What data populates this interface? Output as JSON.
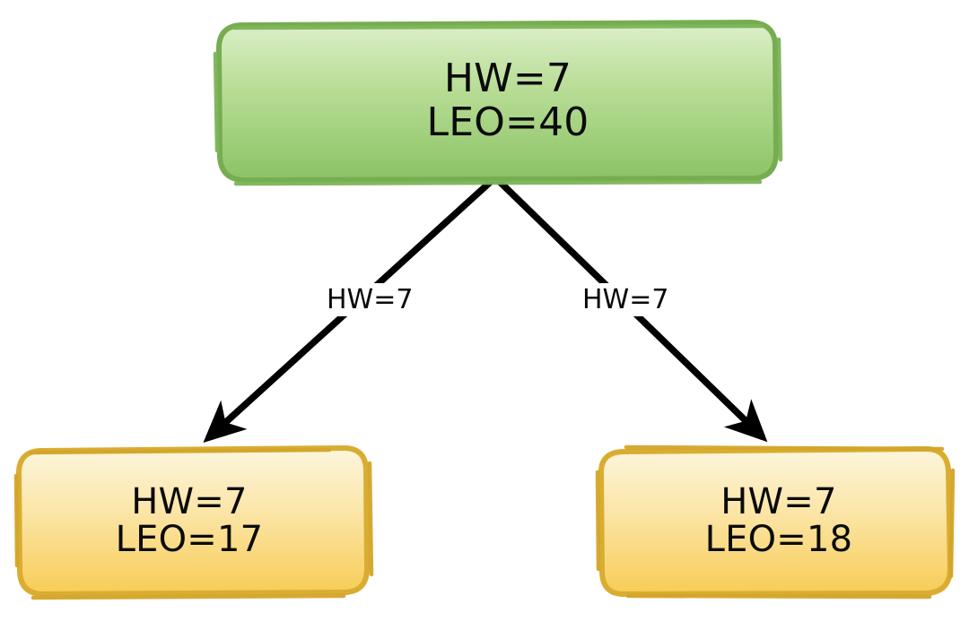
{
  "diagram": {
    "type": "binary-tree",
    "background_color": "#ffffff",
    "nodes": [
      {
        "id": "root",
        "role": "root",
        "line1": "HW=7",
        "line2": "LEO=40",
        "fill_top": "#d9ecc4",
        "fill_bottom": "#8fc46a",
        "stroke": "#74ab4f",
        "text_color": "#0b0b0b"
      },
      {
        "id": "left",
        "role": "child",
        "line1": "HW=7",
        "line2": "LEO=17",
        "fill_top": "#fdf3d4",
        "fill_bottom": "#f8cf5a",
        "stroke": "#d9ad31",
        "text_color": "#0b0b0b"
      },
      {
        "id": "right",
        "role": "child",
        "line1": "HW=7",
        "line2": "LEO=18",
        "fill_top": "#fdf3d4",
        "fill_bottom": "#f8cf5a",
        "stroke": "#d9ad31",
        "text_color": "#0b0b0b"
      }
    ],
    "edges": [
      {
        "id": "edge-left",
        "from": "root",
        "to": "left",
        "label": "HW=7",
        "color": "#000000"
      },
      {
        "id": "edge-right",
        "from": "root",
        "to": "right",
        "label": "HW=7",
        "color": "#000000"
      }
    ]
  }
}
